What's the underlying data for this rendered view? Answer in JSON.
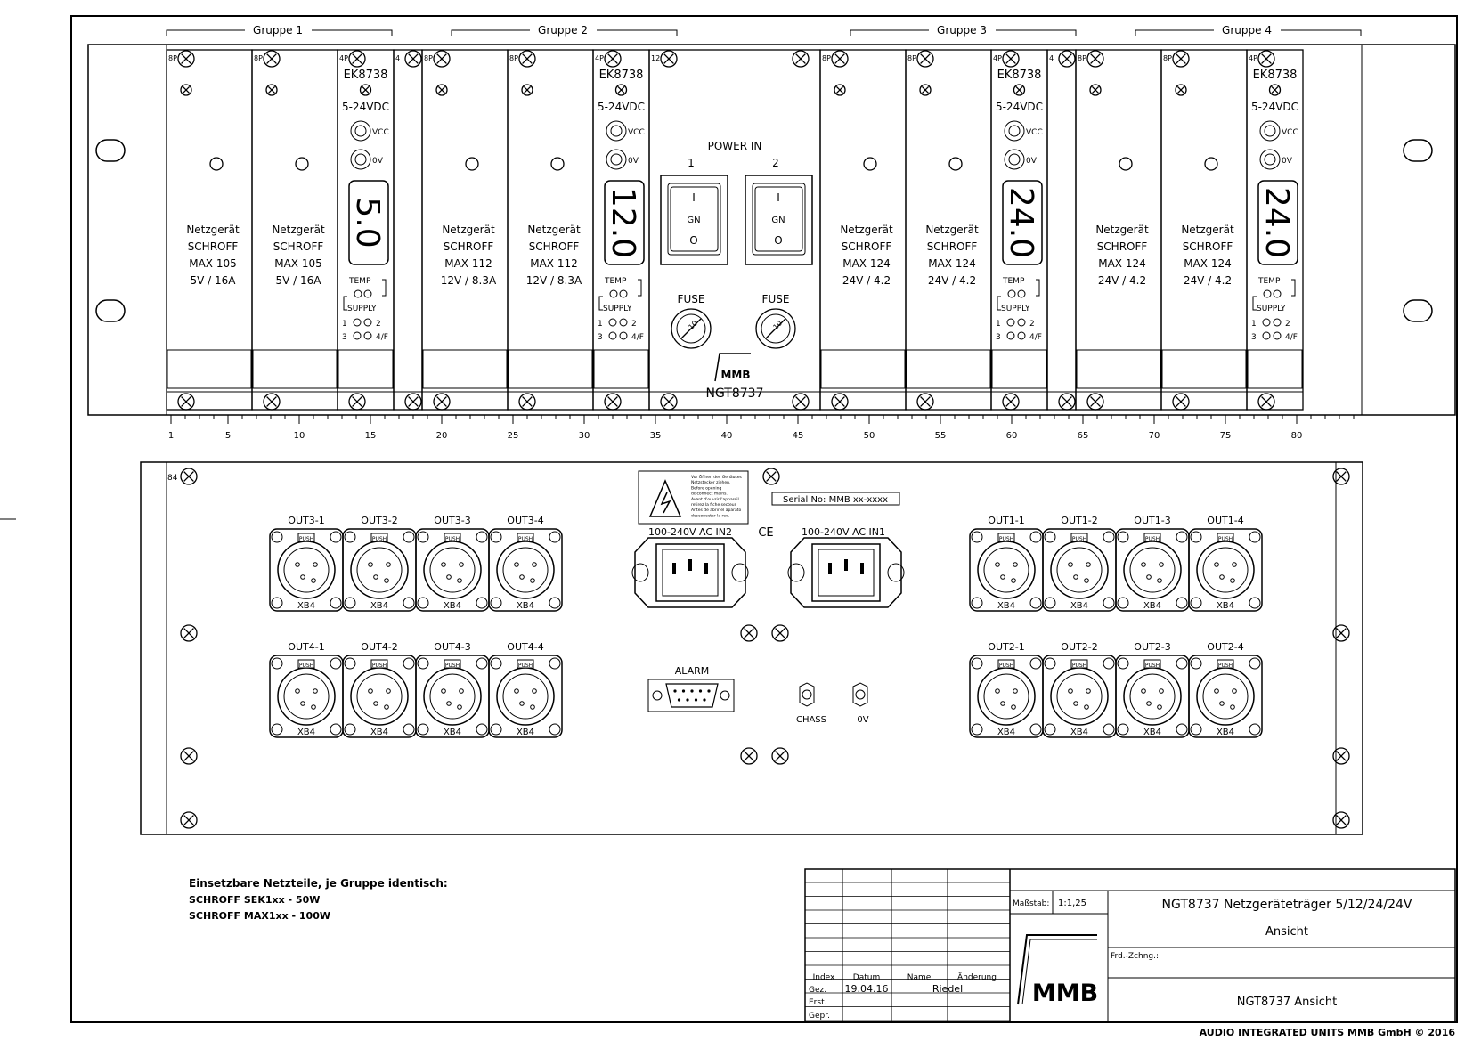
{
  "groups": [
    "Gruppe 1",
    "Gruppe 2",
    "Gruppe 3",
    "Gruppe 4"
  ],
  "front": {
    "modules": [
      {
        "tag": "8P",
        "type": "psu",
        "lines": [
          "Netzgerät",
          "SCHROFF",
          "MAX 105",
          "5V / 16A"
        ]
      },
      {
        "tag": "8P",
        "type": "psu",
        "lines": [
          "Netzgerät",
          "SCHROFF",
          "MAX 105",
          "5V / 16A"
        ]
      },
      {
        "tag": "4P",
        "type": "ek",
        "display": "5.0"
      },
      {
        "tag": "4",
        "type": "blank"
      },
      {
        "tag": "8P",
        "type": "psu",
        "lines": [
          "Netzgerät",
          "SCHROFF",
          "MAX 112",
          "12V / 8.3A"
        ]
      },
      {
        "tag": "8P",
        "type": "psu",
        "lines": [
          "Netzgerät",
          "SCHROFF",
          "MAX 112",
          "12V / 8.3A"
        ]
      },
      {
        "tag": "4P",
        "type": "ek",
        "display": "12.0"
      },
      {
        "tag": "12",
        "type": "center"
      },
      {
        "tag": "8P",
        "type": "psu",
        "lines": [
          "Netzgerät",
          "SCHROFF",
          "MAX 124",
          "24V / 4.2"
        ]
      },
      {
        "tag": "8P",
        "type": "psu",
        "lines": [
          "Netzgerät",
          "SCHROFF",
          "MAX 124",
          "24V / 4.2"
        ]
      },
      {
        "tag": "4P",
        "type": "ek",
        "display": "24.0"
      },
      {
        "tag": "4",
        "type": "blank"
      },
      {
        "tag": "8P",
        "type": "psu",
        "lines": [
          "Netzgerät",
          "SCHROFF",
          "MAX 124",
          "24V / 4.2"
        ]
      },
      {
        "tag": "8P",
        "type": "psu",
        "lines": [
          "Netzgerät",
          "SCHROFF",
          "MAX 124",
          "24V / 4.2"
        ]
      },
      {
        "tag": "4P",
        "type": "ek",
        "display": "24.0"
      }
    ],
    "ek": {
      "model": "EK8738",
      "voltage": "5-24VDC",
      "vcc": "VCC",
      "ov": "0V",
      "temp": "TEMP",
      "supply": "SUPPLY",
      "leds": [
        "1",
        "2",
        "3",
        "4/F"
      ]
    },
    "center": {
      "power_in": "POWER IN",
      "switch_nums": [
        "1",
        "2"
      ],
      "switch_i": "I",
      "switch_gn": "GN",
      "switch_o": "O",
      "fuse": "FUSE",
      "fuse_rating": "10",
      "logo": "MMB",
      "model": "NGT8737"
    },
    "scale": [
      "1",
      "5",
      "10",
      "15",
      "20",
      "25",
      "30",
      "35",
      "40",
      "45",
      "50",
      "55",
      "60",
      "65",
      "70",
      "75",
      "80"
    ]
  },
  "rear": {
    "tag": "84",
    "serial": "Serial No: MMB xx-xxxx",
    "warning_text": [
      "Vor Öffnen des Gehäuses",
      "Netzstecker ziehen.",
      "Before opening",
      "disconnect mains.",
      "Avant d'ouvrir l'appareil",
      "retirez la fiche secteur.",
      "Antes de abrir el aparato",
      "desconectar la red."
    ],
    "ac_in2": "100-240V AC IN2",
    "ac_in1": "100-240V AC IN1",
    "ce": "CE",
    "xlr_top_left": [
      "OUT3-1",
      "OUT3-2",
      "OUT3-3",
      "OUT3-4"
    ],
    "xlr_bot_left": [
      "OUT4-1",
      "OUT4-2",
      "OUT4-3",
      "OUT4-4"
    ],
    "xlr_top_right": [
      "OUT1-1",
      "OUT1-2",
      "OUT1-3",
      "OUT1-4"
    ],
    "xlr_bot_right": [
      "OUT2-1",
      "OUT2-2",
      "OUT2-3",
      "OUT2-4"
    ],
    "xlr_bottom_label": "XB4",
    "push": "PUSH",
    "alarm": "ALARM",
    "alarm_conn": "D-Sub 9",
    "chass": "CHASS",
    "ov": "0V"
  },
  "notes": [
    "Einsetzbare Netzteile, je Gruppe identisch:",
    "SCHROFF SEK1xx  -   50W",
    "SCHROFF MAX1xx  -  100W"
  ],
  "title_block": {
    "headers": [
      "Index",
      "Datum",
      "Name",
      "Änderung"
    ],
    "rows": [
      "Gez.",
      "Erst.",
      "Gepr."
    ],
    "date": "19.04.16",
    "name": "Riedel",
    "scale_label": "Maßstab:",
    "scale_value": "1:1,25",
    "title": "NGT8737 Netzgeräteträger 5/12/24/24V",
    "subtitle": "Ansicht",
    "frd": "Frd.-Zchng.:",
    "drawing_name": "NGT8737 Ansicht",
    "logo": "MMB",
    "company": "AUDIO INTEGRATED UNITS MMB GmbH © 2016"
  }
}
